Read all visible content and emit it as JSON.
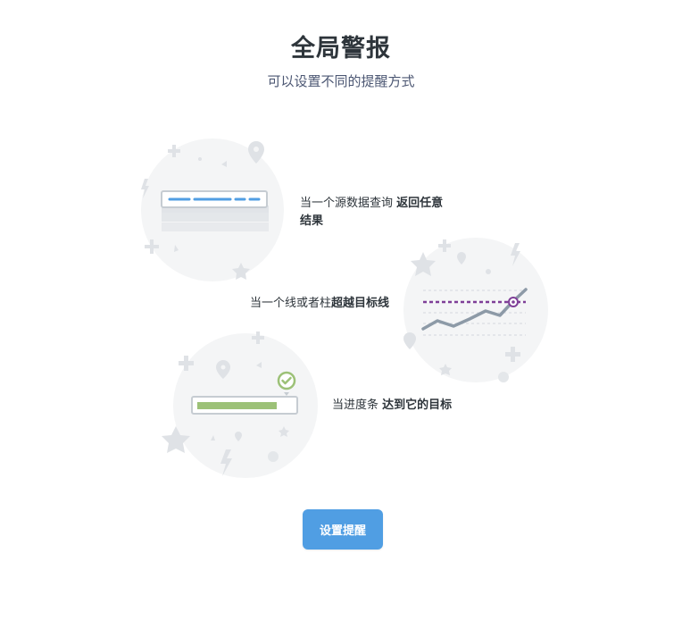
{
  "header": {
    "title": "全局警报",
    "subtitle": "可以设置不同的提醒方式"
  },
  "features": [
    {
      "text_plain": "当一个源数据查询 ",
      "text_bold": "返回任意结果",
      "illustration": "table-rows-illustration"
    },
    {
      "text_plain": "当一个线或者柱",
      "text_bold": "超越目标线",
      "illustration": "line-chart-goal-illustration"
    },
    {
      "text_plain": "当进度条 ",
      "text_bold": "达到它的目标",
      "illustration": "progress-bar-illustration"
    }
  ],
  "cta": {
    "label": "设置提醒"
  },
  "colors": {
    "primary": "#509ee3",
    "circle_bg": "#f4f5f6",
    "goal_line": "#7f3f98",
    "progress": "#9cc177",
    "chart_line": "#8d9aa7"
  }
}
